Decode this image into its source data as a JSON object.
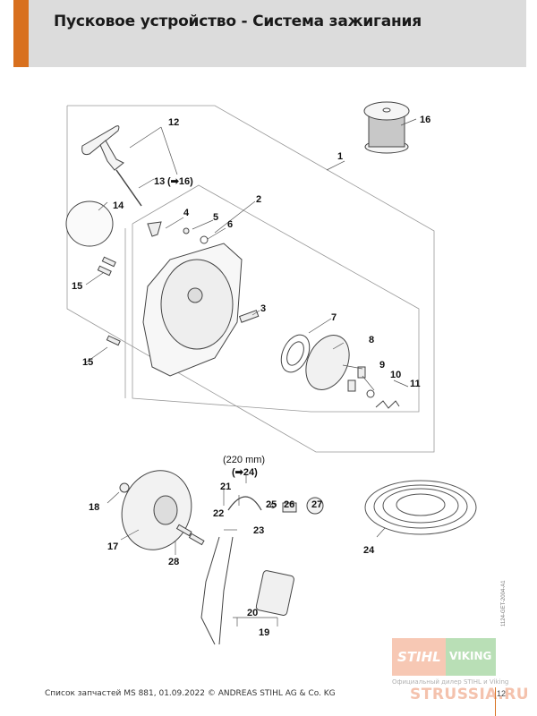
{
  "header": {
    "title": "Пусковое устройство - Система зажигания",
    "accent_color": "#d8701e"
  },
  "callouts": {
    "c1": "1",
    "c2": "2",
    "c3": "3",
    "c4": "4",
    "c5": "5",
    "c6": "6",
    "c7": "7",
    "c8": "8",
    "c9": "9",
    "c10": "10",
    "c11": "11",
    "c12": "12",
    "c13": "13",
    "c13ref": "(➡16)",
    "c14": "14",
    "c15a": "15",
    "c15b": "15",
    "c16": "16",
    "c17": "17",
    "c18": "18",
    "c19": "19",
    "c20": "20",
    "c21": "21",
    "c22": "22",
    "c23": "23",
    "c24": "24",
    "c25": "25",
    "c26": "26",
    "c27": "27",
    "c28": "28",
    "length_note": "(220 mm)",
    "c24ref": "(➡24)"
  },
  "footer": {
    "text": "Список запчастей MS 881, 01.09.2022 © ANDREAS STIHL AG & Co. KG",
    "page_number": "12",
    "doc_id": "1124-GET-2004-A1"
  },
  "watermark": {
    "stihl": "STIHL",
    "viking": "VIKING",
    "dealer": "Официальный дилер STIHL и Viking",
    "site": "STRUSSIA.RU"
  }
}
